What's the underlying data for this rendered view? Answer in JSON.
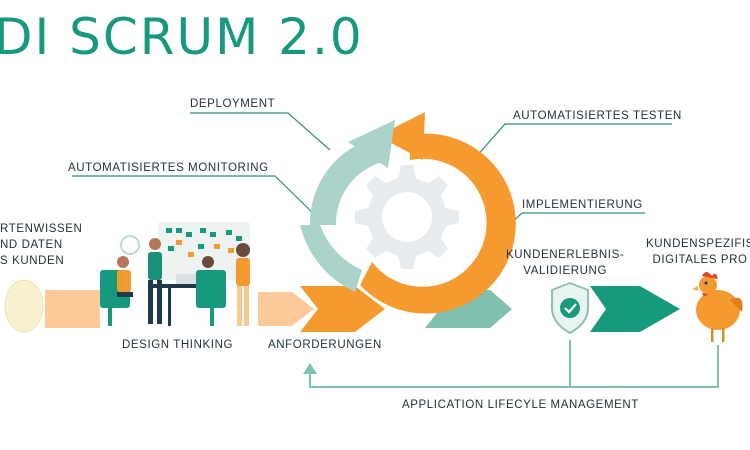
{
  "title": "DI SCRUM 2.0",
  "labels": {
    "deployment": "DEPLOYMENT",
    "automated_testing": "AUTOMATISIERTES TESTEN",
    "automated_monitoring": "AUTOMATISIERTES MONITORING",
    "implementation": "IMPLEMENTIERUNG",
    "expert_knowledge": [
      "RTENWISSEN",
      "ND DATEN",
      "S KUNDEN"
    ],
    "customer_experience_validation": [
      "KUNDENERLEBNIS-",
      "VALIDIERUNG"
    ],
    "customer_digital_product": [
      "KUNDENSPEZIFIS",
      "DIGITALES PRO"
    ],
    "design_thinking": "DESIGN THINKING",
    "requirements": "ANFORDERUNGEN",
    "alm": "APPLICATION LIFECYLE MANAGEMENT"
  },
  "colors": {
    "teal": "#17997d",
    "teal_light": "#a9d2c8",
    "teal_mid": "#7fc0b0",
    "orange": "#f59a2e",
    "orange_light": "#fbc99a",
    "gear": "#e8ebee",
    "line": "#2c8f80"
  },
  "icons": {
    "egg": "egg-icon",
    "team": "design-thinking-team-illustration",
    "shield": "check-shield-icon",
    "chicken": "chicken-icon",
    "gear": "gear-icon"
  }
}
